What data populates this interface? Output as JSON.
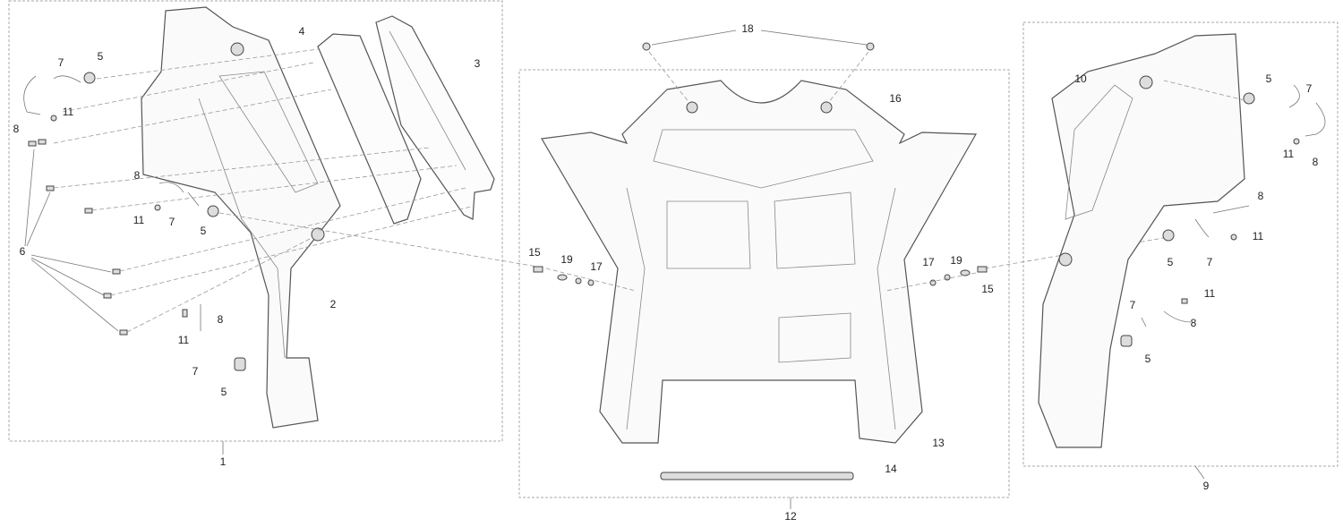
{
  "diagram": {
    "assemblies": {
      "left": "1",
      "center": "12",
      "right": "9"
    },
    "left_callouts": [
      "7",
      "5",
      "11",
      "8",
      "6",
      "8",
      "11",
      "7",
      "5",
      "4",
      "3",
      "2",
      "8",
      "11",
      "7",
      "5"
    ],
    "center_callouts": [
      "18",
      "16",
      "15",
      "19",
      "17",
      "17",
      "19",
      "15",
      "13",
      "14"
    ],
    "right_callouts": [
      "10",
      "5",
      "7",
      "11",
      "8",
      "8",
      "11",
      "5",
      "7",
      "11",
      "7",
      "8",
      "5"
    ]
  }
}
